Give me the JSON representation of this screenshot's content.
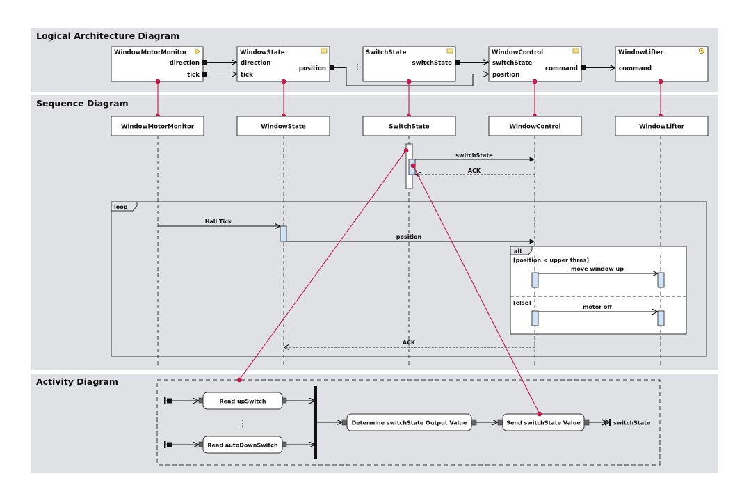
{
  "sections": {
    "logical": "Logical Architecture Diagram",
    "sequence": "Sequence Diagram",
    "activity": "Activity Diagram"
  },
  "logical": {
    "components": [
      {
        "name": "WindowMotorMonitor",
        "ports_out": [
          "direction",
          "tick"
        ],
        "ports_in": []
      },
      {
        "name": "WindowState",
        "ports_in": [
          "direction",
          "tick"
        ],
        "ports_out": [
          "position"
        ]
      },
      {
        "name": "SwitchState",
        "ports_in": [],
        "ports_out": [
          "switchState"
        ]
      },
      {
        "name": "WindowControl",
        "ports_in": [
          "switchState",
          "position"
        ],
        "ports_out": [
          "command"
        ]
      },
      {
        "name": "WindowLifter",
        "ports_in": [
          "command"
        ],
        "ports_out": []
      }
    ]
  },
  "sequence": {
    "lifelines": [
      "WindowMotorMonitor",
      "WindowState",
      "SwitchState",
      "WindowControl",
      "WindowLifter"
    ],
    "messages": {
      "switchState": "switchState",
      "ack1": "ACK",
      "hall_tick": "Hall Tick",
      "position": "position",
      "move_up": "move window up",
      "motor_off": "motor off",
      "ack2": "ACK"
    },
    "loop_label": "loop",
    "alt_label": "alt",
    "guard1": "[position < upper thres]",
    "guard2": "[else]"
  },
  "activity": {
    "read_up": "Read upSwitch",
    "ellipsis": "⋮",
    "read_auto": "Read autoDownSwitch",
    "determine": "Determine switchState Output Value",
    "send": "Send switchState Value",
    "output": "switchState"
  },
  "colors": {
    "band": "#dfe1e4",
    "trace": "#c8184a",
    "activation": "#cfe3f5",
    "component_icon": "#f3df8c"
  }
}
